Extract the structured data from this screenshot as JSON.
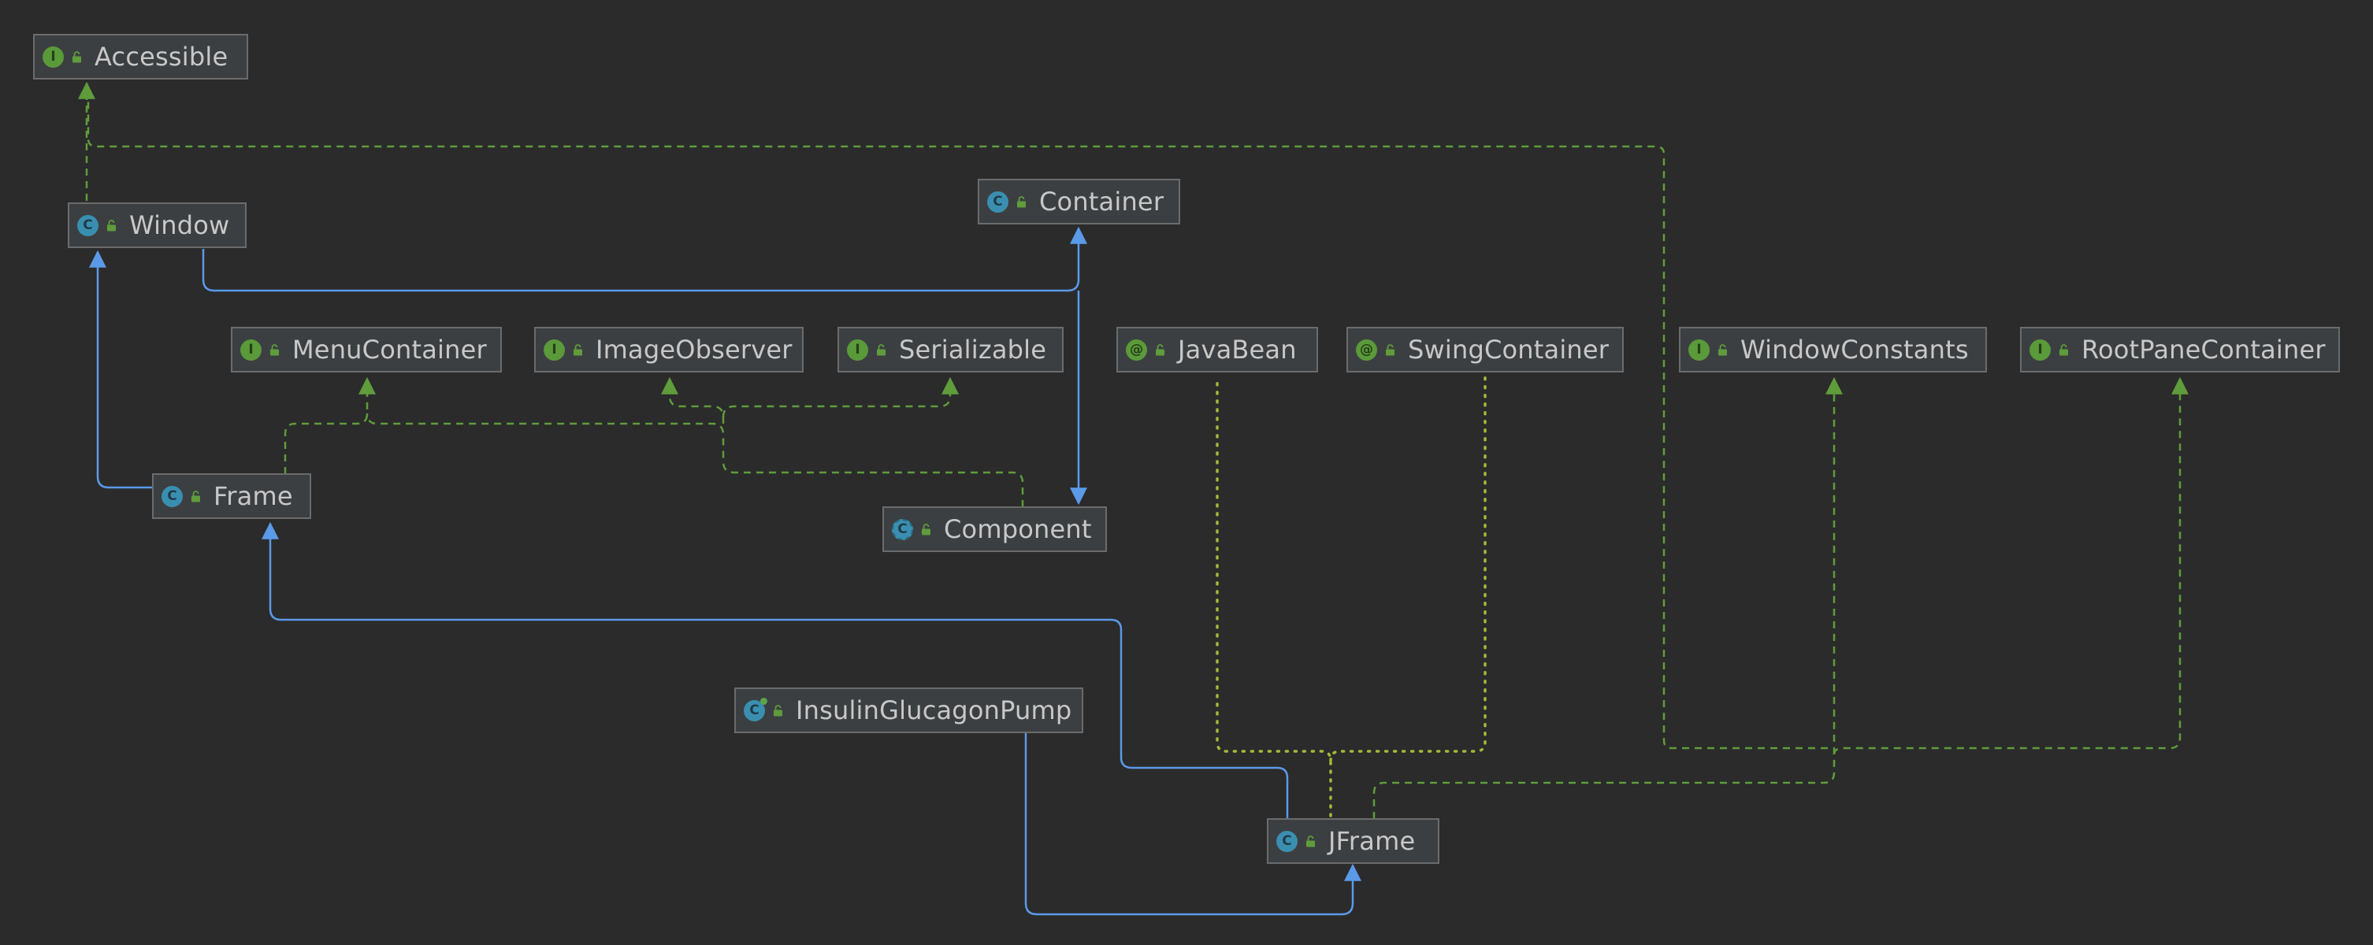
{
  "diagram": {
    "colors": {
      "background": "#2b2b2b",
      "node_fill": "#3c3f41",
      "node_border": "#6b6b6b",
      "extends_edge": "#5b9ae8",
      "implements_edge": "#5f9c3c",
      "dependency_edge": "#a5b83a"
    },
    "nodes": {
      "accessible": {
        "label": "Accessible",
        "kind": "interface",
        "kind_glyph": "I"
      },
      "window": {
        "label": "Window",
        "kind": "class",
        "kind_glyph": "C"
      },
      "container": {
        "label": "Container",
        "kind": "class",
        "kind_glyph": "C"
      },
      "menu_container": {
        "label": "MenuContainer",
        "kind": "interface",
        "kind_glyph": "I"
      },
      "image_observer": {
        "label": "ImageObserver",
        "kind": "interface",
        "kind_glyph": "I"
      },
      "serializable": {
        "label": "Serializable",
        "kind": "interface",
        "kind_glyph": "I"
      },
      "java_bean": {
        "label": "JavaBean",
        "kind": "annotation",
        "kind_glyph": "@"
      },
      "swing_container": {
        "label": "SwingContainer",
        "kind": "annotation",
        "kind_glyph": "@"
      },
      "window_constants": {
        "label": "WindowConstants",
        "kind": "interface",
        "kind_glyph": "I"
      },
      "root_pane_container": {
        "label": "RootPaneContainer",
        "kind": "interface",
        "kind_glyph": "I"
      },
      "frame": {
        "label": "Frame",
        "kind": "class",
        "kind_glyph": "C"
      },
      "component": {
        "label": "Component",
        "kind": "abstract",
        "kind_glyph": "C"
      },
      "insulin_glucagon_pump": {
        "label": "InsulinGlucagonPump",
        "kind": "runnable",
        "kind_glyph": "C"
      },
      "jframe": {
        "label": "JFrame",
        "kind": "class",
        "kind_glyph": "C"
      }
    },
    "relations": [
      {
        "from": "Window",
        "to": "Accessible",
        "type": "implements"
      },
      {
        "from": "Window",
        "to": "Container",
        "type": "extends"
      },
      {
        "from": "Frame",
        "to": "Window",
        "type": "extends"
      },
      {
        "from": "Frame",
        "to": "MenuContainer",
        "type": "implements"
      },
      {
        "from": "Container",
        "to": "Component",
        "type": "extends"
      },
      {
        "from": "Component",
        "to": "MenuContainer",
        "type": "implements"
      },
      {
        "from": "Component",
        "to": "ImageObserver",
        "type": "implements"
      },
      {
        "from": "Component",
        "to": "Serializable",
        "type": "implements"
      },
      {
        "from": "JFrame",
        "to": "Frame",
        "type": "extends"
      },
      {
        "from": "JFrame",
        "to": "Accessible",
        "type": "implements"
      },
      {
        "from": "JFrame",
        "to": "WindowConstants",
        "type": "implements"
      },
      {
        "from": "JFrame",
        "to": "RootPaneContainer",
        "type": "implements"
      },
      {
        "from": "JFrame",
        "to": "JavaBean",
        "type": "annotated_with"
      },
      {
        "from": "JFrame",
        "to": "SwingContainer",
        "type": "annotated_with"
      },
      {
        "from": "InsulinGlucagonPump",
        "to": "JFrame",
        "type": "extends"
      }
    ]
  }
}
